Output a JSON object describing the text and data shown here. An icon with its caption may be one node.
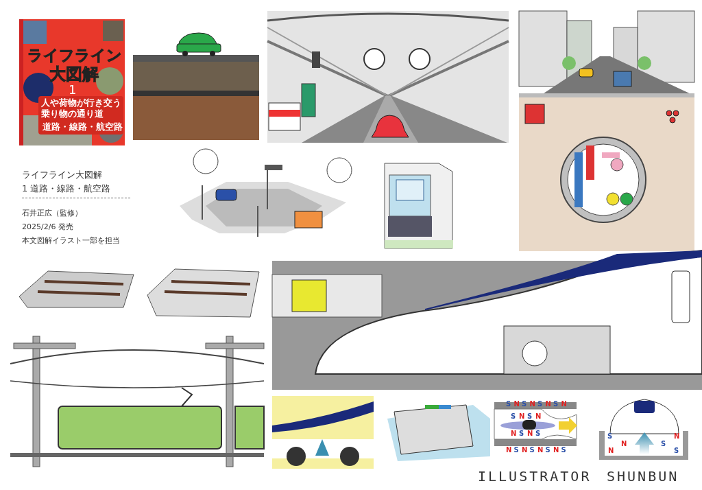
{
  "diagram": {
    "labels": [
      "ライフライン",
      "大図解",
      "1",
      "人や荷物が行き交う乗り物の通り道",
      "道路・線路・航空路",
      "ライフライン大図解",
      "1 道路・線路・航空路",
      "石井正広（監修）",
      "2025/2/6 発売",
      "本文図解イラスト一部を担当",
      "S",
      "N",
      "S",
      "N",
      "S",
      "N",
      "S",
      "N",
      "S",
      "N",
      "S",
      "N",
      "N",
      "S",
      "N",
      "S",
      "N",
      "S",
      "N",
      "S",
      "N",
      "S",
      "N",
      "S",
      "S",
      "N",
      "N",
      "N",
      "S",
      "S",
      "ILLUSTRATOR",
      "SHUNBUN"
    ]
  }
}
